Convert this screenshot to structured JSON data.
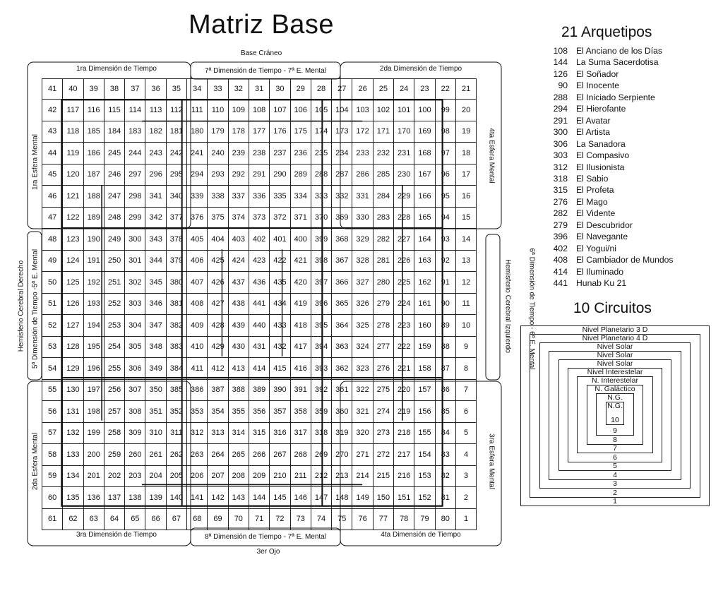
{
  "title": "Matriz Base",
  "labels": {
    "top": "Base Cráneo",
    "bottom": "3er Ojo",
    "left_outer": "Hemisferio Cerebral Derecho",
    "left_inner": "5ª Dimensión de Tiempo -5ª E. Mental",
    "right_outer": "Hemisferio Cerebral Izquierdo",
    "right_inner": "6ª Dimensión de Tiempo - 6ª E. Mental",
    "dim1": "1ra Dimensión de Tiempo",
    "dim7": "7ª Dimensión de Tiempo - 7ª E. Mental",
    "dim2": "2da Dimensión de Tiempo",
    "dim3": "3ra Dimensión de Tiempo",
    "dim8": "8ª Dimensión de Tiempo - 7ª E. Mental",
    "dim4": "4ta Dimensión de Tiempo",
    "esfera1": "1ra Esfera Mental",
    "esfera4": "4ta Esfera Mental",
    "esfera2": "2da Esfera Mental",
    "esfera3": "3ra Esfera Mental"
  },
  "matrix": [
    [
      41,
      40,
      39,
      38,
      37,
      36,
      35,
      34,
      33,
      32,
      31,
      30,
      29,
      28,
      27,
      26,
      25,
      24,
      23,
      22,
      21
    ],
    [
      42,
      117,
      116,
      115,
      114,
      113,
      112,
      111,
      110,
      109,
      108,
      107,
      106,
      105,
      104,
      103,
      102,
      101,
      100,
      99,
      20
    ],
    [
      43,
      118,
      185,
      184,
      183,
      182,
      181,
      180,
      179,
      178,
      177,
      176,
      175,
      174,
      173,
      172,
      171,
      170,
      169,
      98,
      19
    ],
    [
      44,
      119,
      186,
      245,
      244,
      243,
      242,
      241,
      240,
      239,
      238,
      237,
      236,
      235,
      234,
      233,
      232,
      231,
      168,
      97,
      18
    ],
    [
      45,
      120,
      187,
      246,
      297,
      296,
      295,
      294,
      293,
      292,
      291,
      290,
      289,
      288,
      287,
      286,
      285,
      230,
      167,
      96,
      17
    ],
    [
      46,
      121,
      188,
      247,
      298,
      341,
      340,
      339,
      338,
      337,
      336,
      335,
      334,
      333,
      332,
      331,
      284,
      229,
      166,
      95,
      16
    ],
    [
      47,
      122,
      189,
      248,
      299,
      342,
      377,
      376,
      375,
      374,
      373,
      372,
      371,
      370,
      369,
      330,
      283,
      228,
      165,
      94,
      15
    ],
    [
      48,
      123,
      190,
      249,
      300,
      343,
      378,
      405,
      404,
      403,
      402,
      401,
      400,
      399,
      368,
      329,
      282,
      227,
      164,
      93,
      14
    ],
    [
      49,
      124,
      191,
      250,
      301,
      344,
      379,
      406,
      425,
      424,
      423,
      422,
      421,
      398,
      367,
      328,
      281,
      226,
      163,
      92,
      13
    ],
    [
      50,
      125,
      192,
      251,
      302,
      345,
      380,
      407,
      426,
      437,
      436,
      435,
      420,
      397,
      366,
      327,
      280,
      225,
      162,
      91,
      12
    ],
    [
      51,
      126,
      193,
      252,
      303,
      346,
      381,
      408,
      427,
      438,
      441,
      434,
      419,
      396,
      365,
      326,
      279,
      224,
      161,
      90,
      11
    ],
    [
      52,
      127,
      194,
      253,
      304,
      347,
      382,
      409,
      428,
      439,
      440,
      433,
      418,
      395,
      364,
      325,
      278,
      223,
      160,
      89,
      10
    ],
    [
      53,
      128,
      195,
      254,
      305,
      348,
      383,
      410,
      429,
      430,
      431,
      432,
      417,
      394,
      363,
      324,
      277,
      222,
      159,
      88,
      9
    ],
    [
      54,
      129,
      196,
      255,
      306,
      349,
      384,
      411,
      412,
      413,
      414,
      415,
      416,
      393,
      362,
      323,
      276,
      221,
      158,
      87,
      8
    ],
    [
      55,
      130,
      197,
      256,
      307,
      350,
      385,
      386,
      387,
      388,
      389,
      390,
      391,
      392,
      361,
      322,
      275,
      220,
      157,
      86,
      7
    ],
    [
      56,
      131,
      198,
      257,
      308,
      351,
      352,
      353,
      354,
      355,
      356,
      357,
      358,
      359,
      360,
      321,
      274,
      219,
      156,
      85,
      6
    ],
    [
      57,
      132,
      199,
      258,
      309,
      310,
      311,
      312,
      313,
      314,
      315,
      316,
      317,
      318,
      319,
      320,
      273,
      218,
      155,
      84,
      5
    ],
    [
      58,
      133,
      200,
      259,
      260,
      261,
      262,
      263,
      264,
      265,
      266,
      267,
      268,
      269,
      270,
      271,
      272,
      217,
      154,
      83,
      4
    ],
    [
      59,
      134,
      201,
      202,
      203,
      204,
      205,
      206,
      207,
      208,
      209,
      210,
      211,
      212,
      213,
      214,
      215,
      216,
      153,
      82,
      3
    ],
    [
      60,
      135,
      136,
      137,
      138,
      139,
      140,
      141,
      142,
      143,
      144,
      145,
      146,
      147,
      148,
      149,
      150,
      151,
      152,
      81,
      2
    ],
    [
      61,
      62,
      63,
      64,
      65,
      66,
      67,
      68,
      69,
      70,
      71,
      72,
      73,
      74,
      75,
      76,
      77,
      78,
      79,
      80,
      1
    ]
  ],
  "arquetipos": {
    "title": "21 Arquetipos",
    "items": [
      {
        "num": "108",
        "name": "El Anciano de los Días"
      },
      {
        "num": "144",
        "name": "La Suma Sacerdotisa"
      },
      {
        "num": "126",
        "name": "El Soñador"
      },
      {
        "num": "90",
        "name": "El Inocente"
      },
      {
        "num": "288",
        "name": "El Iniciado Serpiente"
      },
      {
        "num": "294",
        "name": "El Hierofante"
      },
      {
        "num": "291",
        "name": "El Avatar"
      },
      {
        "num": "300",
        "name": "El Artista"
      },
      {
        "num": "306",
        "name": "La Sanadora"
      },
      {
        "num": "303",
        "name": "El Compasivo"
      },
      {
        "num": "312",
        "name": "El Ilusionista"
      },
      {
        "num": "318",
        "name": "El Sabio"
      },
      {
        "num": "315",
        "name": "El Profeta"
      },
      {
        "num": "276",
        "name": "El Mago"
      },
      {
        "num": "282",
        "name": "El Vidente"
      },
      {
        "num": "279",
        "name": "El Descubridor"
      },
      {
        "num": "396",
        "name": "El Navegante"
      },
      {
        "num": "402",
        "name": "El Yogui/ni"
      },
      {
        "num": "408",
        "name": "El Cambiador de Mundos"
      },
      {
        "num": "414",
        "name": "El Iluminado"
      },
      {
        "num": "441",
        "name": "Hunab Ku 21"
      }
    ]
  },
  "circuitos": {
    "title": "10 Circuitos",
    "levels": [
      "Nivel  Planetario  3 D",
      "Nivel  Planetario  4 D",
      "Nivel  Solar",
      "Nivel  Solar",
      "Nivel  Solar",
      "Nivel  Interestelar",
      "N. Interestelar",
      "N.  Galáctico",
      "N.G.",
      "N.G.",
      "10",
      "9",
      "8",
      "7",
      "6",
      "5",
      "4",
      "3",
      "2",
      "1"
    ]
  }
}
